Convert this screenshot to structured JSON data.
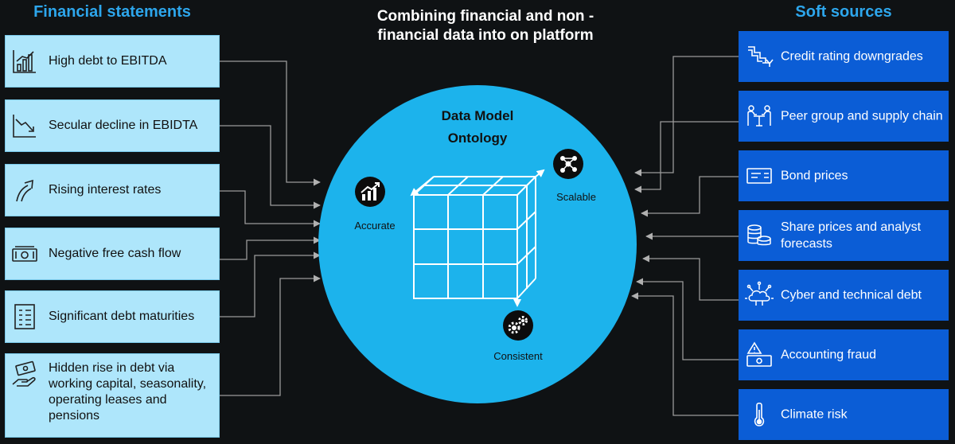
{
  "header": {
    "left": "Financial statements",
    "center_line1": "Combining financial and non -",
    "center_line2": "financial data into on platform",
    "right": "Soft sources"
  },
  "left_items": [
    {
      "label": "High debt to EBITDA",
      "icon": "bar-chart-icon"
    },
    {
      "label": "Secular decline in EBIDTA",
      "icon": "declining-chart-icon"
    },
    {
      "label": "Rising interest rates",
      "icon": "up-arrow-icon"
    },
    {
      "label": "Negative free cash flow",
      "icon": "banknote-icon"
    },
    {
      "label": "Significant debt maturities",
      "icon": "checklist-icon"
    },
    {
      "label": "Hidden rise in debt via working capital, seasonality, operating leases and pensions",
      "icon": "hand-money-icon"
    }
  ],
  "right_items": [
    {
      "label": "Credit rating downgrades",
      "icon": "step-down-arrow-icon"
    },
    {
      "label": "Peer group and supply chain",
      "icon": "meeting-icon"
    },
    {
      "label": "Bond prices",
      "icon": "bond-certificate-icon"
    },
    {
      "label": "Share prices and analyst forecasts",
      "icon": "coin-stack-icon"
    },
    {
      "label": "Cyber and technical debt",
      "icon": "cloud-network-icon"
    },
    {
      "label": "Accounting fraud",
      "icon": "warning-banknote-icon"
    },
    {
      "label": "Climate risk",
      "icon": "thermometer-icon"
    }
  ],
  "center": {
    "title_line1": "Data Model",
    "title_line2": "Ontology",
    "accurate": "Accurate",
    "scalable": "Scalable",
    "consistent": "Consistent"
  },
  "colors": {
    "background": "#0f1214",
    "heading_blue": "#2da6ec",
    "left_box": "#aee6fb",
    "right_box": "#0b5dd6",
    "circle": "#1cb3ec",
    "connector": "#9a9a9a"
  }
}
